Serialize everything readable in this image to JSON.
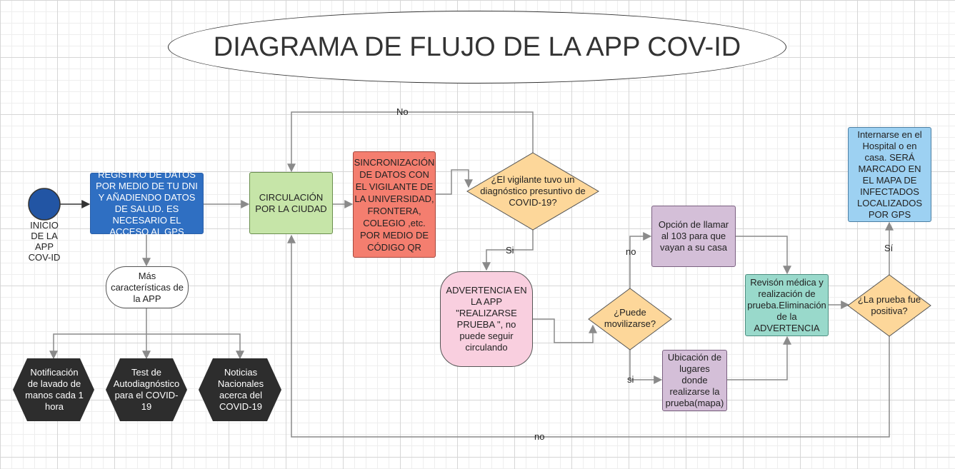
{
  "title": "DIAGRAMA DE FLUJO DE LA APP COV-ID",
  "nodes": {
    "start_label": "INICIO DE LA APP COV-ID",
    "registro": "REGISTRO DE DATOS POR MEDIO DE TU DNI Y AÑADIENDO DATOS DE SALUD. ES NECESARIO EL ACCESO AL GPS",
    "mas": "Más características de la APP",
    "notificacion": "Notificación de lavado de manos cada 1 hora",
    "test": "Test de Autodiagnóstico para el COVID-19",
    "noticias": "Noticias Nacionales acerca del COVID-19",
    "circulacion": "CIRCULACIÓN POR LA CIUDAD",
    "sincronizacion": "SINCRONIZACIÓN DE DATOS CON EL VIGILANTE DE LA UNIVERSIDAD, FRONTERA, COLEGIO ,etc. POR MEDIO DE CÓDIGO QR",
    "vigilante_q": "¿El vigilante tuvo un diagnóstico presuntivo de COVID-19?",
    "advertencia": "ADVERTENCIA EN LA APP \"REALIZARSE PRUEBA \", no puede seguir circulando",
    "puede_q": "¿Puede movilizarse?",
    "opcion": "Opción de llamar al 103 para que vayan a su casa",
    "ubicacion": "Ubicación de lugares donde realizarse la prueba(mapa)",
    "revision": "Revisón médica y realización de prueba.Eliminación de la ADVERTENCIA",
    "prueba_q": "¿La prueba fue positiva?",
    "internarse": "Internarse en el Hospital o en casa. SERÁ MARCADO EN EL MAPA DE INFECTADOS LOCALIZADOS POR GPS"
  },
  "labels": {
    "no_top": "No",
    "si_vigilante": "Si",
    "no_puede": "no",
    "si_puede": "si",
    "si_prueba": "Sí",
    "no_bottom": "no"
  },
  "colors": {
    "start": "#2255a4",
    "registro": "#2f6fc2",
    "circulacion": "#c6e5a8",
    "sincronizacion": "#f47e6f",
    "decision": "#fdd79a",
    "advertencia": "#f9cfdf",
    "purple": "#d4bfd8",
    "teal": "#99d9cb",
    "blue_light": "#9dd1f2",
    "hex_dark": "#2d2d2d"
  }
}
